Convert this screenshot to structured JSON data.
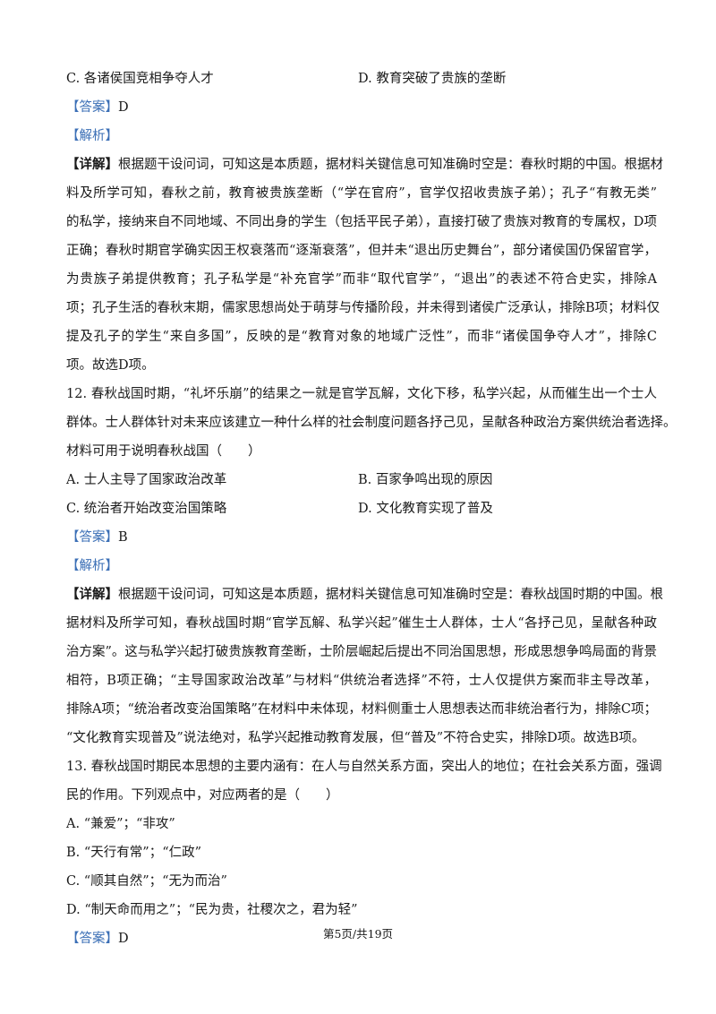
{
  "q11": {
    "opt_c": "C. 各诸侯国竞相争夺人才",
    "opt_d": "D. 教育突破了贵族的垄断",
    "answer_tag": "【答案】",
    "answer": "D",
    "analysis_tag": "【解析】",
    "detail_tag": "【详解】",
    "detail_lines": [
      "根据题干设问词，可知这是本质题，据材料关键信息可知准确时空是：春秋时期的中国。根据材",
      "料及所学可知，春秋之前，教育被贵族垄断（“学在官府”，官学仅招收贵族子弟）；孔子“有教无类”",
      "的私学，接纳来自不同地域、不同出身的学生（包括平民子弟），直接打破了贵族对教育的专属权，D项",
      "正确；春秋时期官学确实因王权衰落而“逐渐衰落”，但并未“退出历史舞台”，部分诸侯国仍保留官学，",
      "为贵族子弟提供教育；孔子私学是“补充官学”而非“取代官学”，“退出”的表述不符合史实，排除A",
      "项；孔子生活的春秋末期，儒家思想尚处于萌芽与传播阶段，并未得到诸侯广泛承认，排除B项；材料仅",
      "提及孔子的学生“来自多国”，反映的是“教育对象的地域广泛性”，而非“诸侯国争夺人才”，排除C",
      "项。故选D项。"
    ]
  },
  "q12": {
    "stem_lines": [
      "12. 春秋战国时期，“礼坏乐崩”的结果之一就是官学瓦解，文化下移，私学兴起，从而催生出一个士人",
      "群体。士人群体针对未来应该建立一种什么样的社会制度问题各抒己见，呈献各种政治方案供统治者选择。",
      "材料可用于说明春秋战国（　　）"
    ],
    "opt_a": "A. 士人主导了国家政治改革",
    "opt_b": "B. 百家争鸣出现的原因",
    "opt_c": "C. 统治者开始改变治国策略",
    "opt_d": "D. 文化教育实现了普及",
    "answer_tag": "【答案】",
    "answer": "B",
    "analysis_tag": "【解析】",
    "detail_tag": "【详解】",
    "detail_lines": [
      "根据题干设问词，可知这是本质题，据材料关键信息可知准确时空是：春秋战国时期的中国。根",
      "据材料及所学可知，春秋战国时期“官学瓦解、私学兴起”催生士人群体，士人“各抒己见，呈献各种政",
      "治方案”。这与私学兴起打破贵族教育垄断，士阶层崛起后提出不同治国思想，形成思想争鸣局面的背景",
      "相符，B项正确；“主导国家政治改革”与材料“供统治者选择”不符，士人仅提供方案而非主导改革，",
      "排除A项；“统治者改变治国策略”在材料中未体现，材料侧重士人思想表达而非统治者行为，排除C项；",
      "“文化教育实现普及”说法绝对，私学兴起推动教育发展，但“普及”不符合史实，排除D项。故选B项。"
    ]
  },
  "q13": {
    "stem_lines": [
      "13. 春秋战国时期民本思想的主要内涵有：在人与自然关系方面，突出人的地位；在社会关系方面，强调",
      "民的作用。下列观点中，对应两者的是（　　）"
    ],
    "opt_a": "A. “兼爱”；“非攻”",
    "opt_b": "B. “天行有常”；“仁政”",
    "opt_c": "C. “顺其自然”；“无为而治”",
    "opt_d": "D. “制天命而用之”；“民为贵，社稷次之，君为轻”",
    "answer_tag": "【答案】",
    "answer": "D"
  },
  "footer": "第5页/共19页"
}
